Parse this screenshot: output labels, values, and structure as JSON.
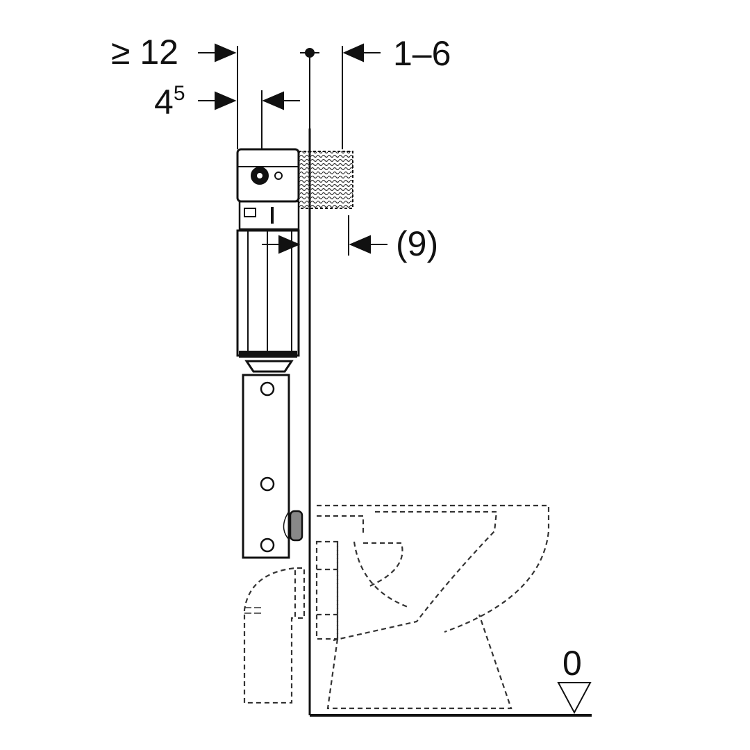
{
  "diagram": {
    "type": "technical-installation-drawing",
    "subject": "concealed cistern with wall-hung WC side section",
    "colors": {
      "line": "#111111",
      "dashed": "#333333",
      "background": "#ffffff"
    },
    "dimensions": {
      "min_depth": {
        "prefix": "≥",
        "value": "12"
      },
      "offset": {
        "base": "4",
        "sup": "5"
      },
      "wall_range": "1–6",
      "optional": "(9)",
      "floor_level": "0"
    }
  }
}
